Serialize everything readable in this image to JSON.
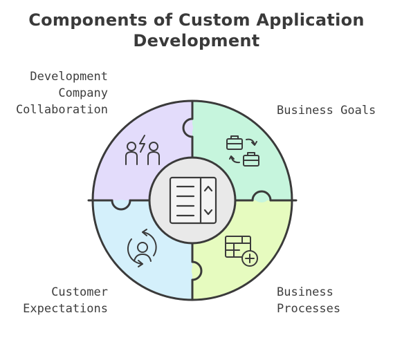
{
  "title_lines": [
    "Components of Custom Application",
    "Development"
  ],
  "segments": [
    {
      "id": "dev-company",
      "lines": [
        "Development",
        "Company",
        "Collaboration"
      ],
      "color": "#e3dcfb",
      "icon": "people-collaboration-icon"
    },
    {
      "id": "business-goals",
      "lines": [
        "Business Goals"
      ],
      "color": "#c6f5dd",
      "icon": "briefcase-exchange-icon"
    },
    {
      "id": "business-processes",
      "lines": [
        "Business",
        "Processes"
      ],
      "color": "#e6fbbf",
      "icon": "table-add-icon"
    },
    {
      "id": "customer-expectations",
      "lines": [
        "Customer",
        "Expectations"
      ],
      "color": "#d4f0fb",
      "icon": "customer-cycle-icon"
    }
  ],
  "center": {
    "icon": "document-list-icon",
    "color": "#e9e9e9"
  },
  "outline_color": "#3a3a3a"
}
